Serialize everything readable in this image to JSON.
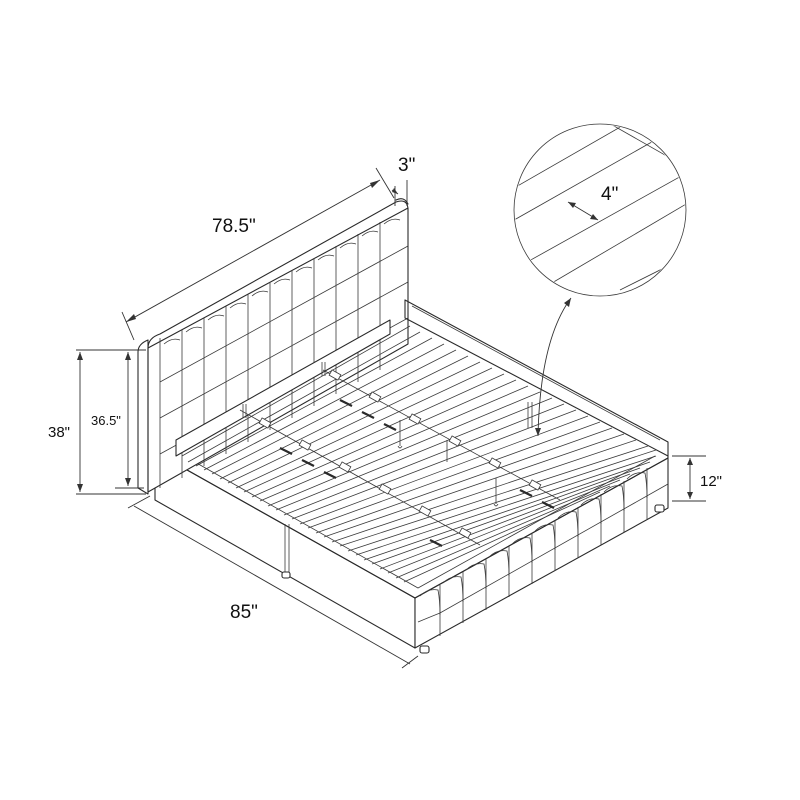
{
  "diagram": {
    "subject": "Upholstered bed frame with tufted headboard and slatted base",
    "colors": {
      "line": "#2a2a2a",
      "background": "#ffffff",
      "text": "#111111"
    },
    "dimensions": {
      "headboard_width": "78.5\"",
      "headboard_thickness": "3\"",
      "total_height": "38\"",
      "headboard_height": "36.5\"",
      "bed_length": "85\"",
      "side_rail_height": "12\"",
      "slat_width": "4\""
    },
    "callout": {
      "label": "4\"",
      "description": "magnified slat detail"
    }
  }
}
